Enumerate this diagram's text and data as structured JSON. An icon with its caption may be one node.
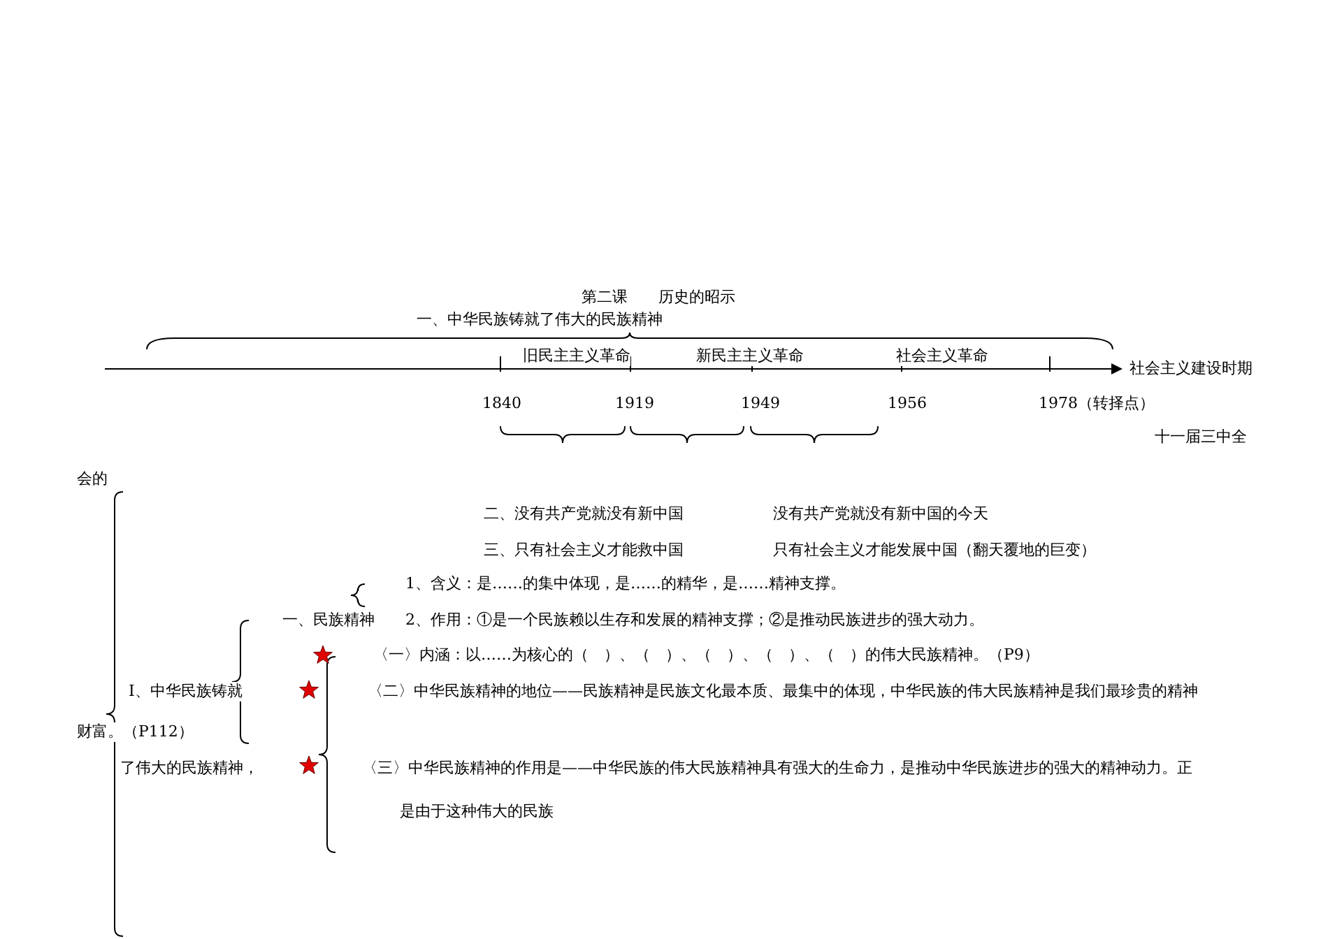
{
  "diagram": {
    "title": "第二课　　历史的昭示",
    "labels": [
      "一、中华民族铸就了伟大的民族精神",
      "旧民主主义革命",
      "新民主主义革命",
      "社会主义革命",
      "社会主义建设时期",
      "1840",
      "1919",
      "1949",
      "1956",
      "1978（转择点）",
      "十一届三中全",
      "会的",
      "二、没有共产党就没有新中国",
      "没有共产党就没有新中国的今天",
      "三、只有社会主义才能救中国",
      "只有社会主义才能发展中国（翻天覆地的巨变）",
      "1、含义：是……的集中体现，是……的精华，是……精神支撑。",
      "一、民族精神",
      "2、作用：①是一个民族赖以生存和发展的精神支撑；②是推动民族进步的强大动力。",
      "〈一〉内涵：以……为核心的（　）、（　）、（　）、（　）、（　）的伟大民族精神。（P9）",
      "Ⅰ、中华民族铸就",
      "〈二〉中华民族精神的地位——民族精神是民族文化最本质、最集中的体现，中华民族的伟大民族精神是我们最珍贵的精神",
      "财富。（P112）",
      "了伟大的民族精神，",
      "〈三〉中华民族精神的作用是——中华民族的伟大民族精神具有强大的生命力，是推动中华民族进步的强大的精神动力。正",
      "是由于这种伟大的民族"
    ]
  }
}
